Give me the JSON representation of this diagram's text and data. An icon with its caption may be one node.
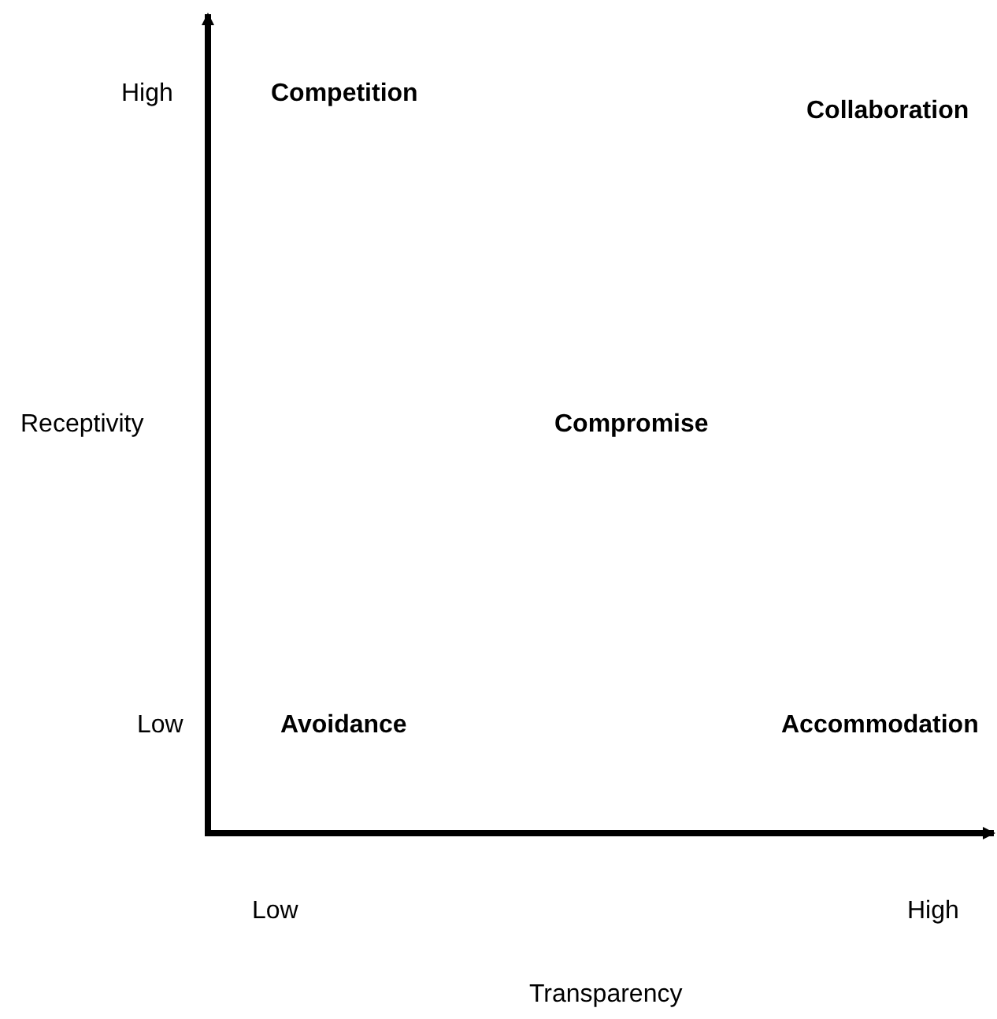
{
  "diagram": {
    "labels": [
      "High",
      "Competition",
      "Collaboration",
      "Receptivity",
      "Compromise",
      "Low",
      "Avoidance",
      "Accommodation",
      "Low",
      "High",
      "Transparency"
    ]
  }
}
